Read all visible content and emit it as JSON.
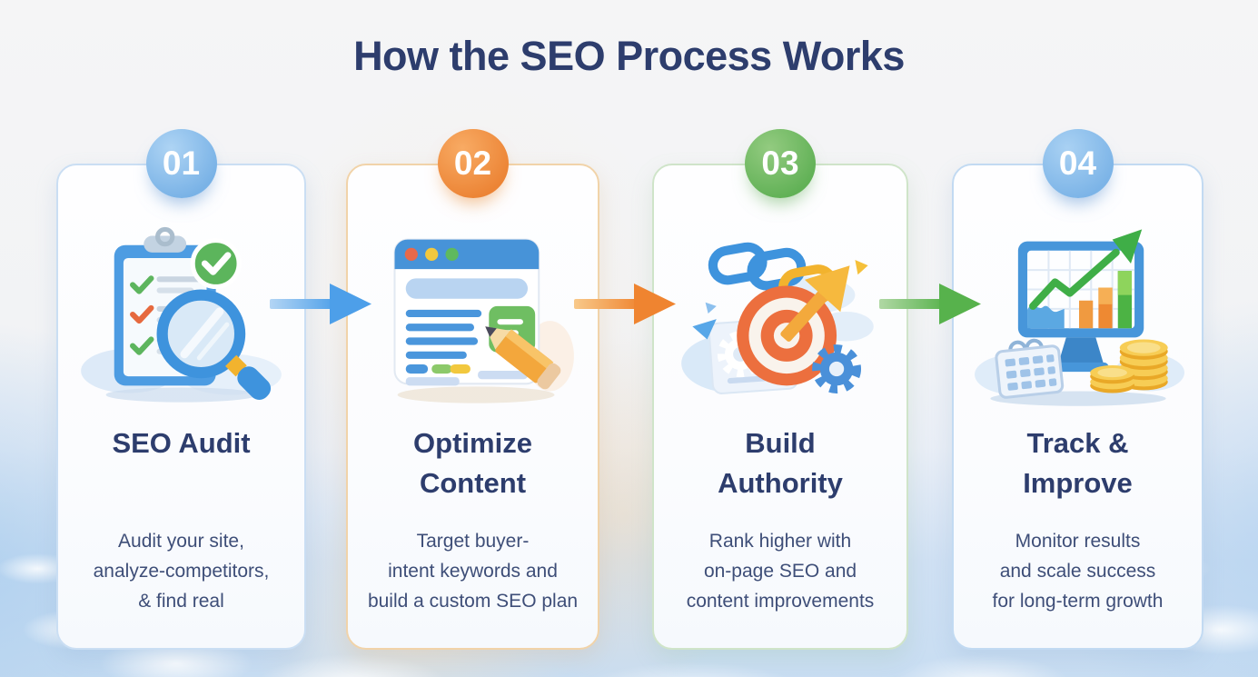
{
  "title": "How the SEO Process Works",
  "palette": {
    "title_text": "#2d3d6d",
    "body_text": "#3e4e78",
    "step1_accent": "#79b2e6",
    "step2_accent": "#ec8435",
    "step3_accent": "#61b156",
    "step4_accent": "#7cb4e7",
    "arrow1_color": "#4d9fe9",
    "arrow2_color": "#ef8430",
    "arrow3_color": "#57b24c",
    "sky_color": "#c8ddf2"
  },
  "steps": [
    {
      "number": "01",
      "title_lines": [
        "SEO Audit"
      ],
      "description_lines": [
        "Audit your site,",
        "analyze-competitors,",
        "& find real"
      ],
      "icon": "clipboard-checklist-magnifier-icon"
    },
    {
      "number": "02",
      "title_lines": [
        "Optimize",
        "Content"
      ],
      "description_lines": [
        "Target buyer-",
        "intent keywords and",
        "build a custom SEO plan"
      ],
      "icon": "browser-pencil-icon"
    },
    {
      "number": "03",
      "title_lines": [
        "Build",
        "Authority"
      ],
      "description_lines": [
        "Rank higher with",
        "on-page SEO and",
        "content improvements"
      ],
      "icon": "target-arrow-links-icon"
    },
    {
      "number": "04",
      "title_lines": [
        "Track &",
        "Improve"
      ],
      "description_lines": [
        "Monitor results",
        "and scale success",
        "for long-term growth"
      ],
      "icon": "analytics-monitor-coins-icon"
    }
  ],
  "arrows": [
    {
      "name": "arrow-step1-to-step2",
      "color": "#4d9fe9"
    },
    {
      "name": "arrow-step2-to-step3",
      "color": "#ef8430"
    },
    {
      "name": "arrow-step3-to-step4",
      "color": "#57b24c"
    }
  ]
}
